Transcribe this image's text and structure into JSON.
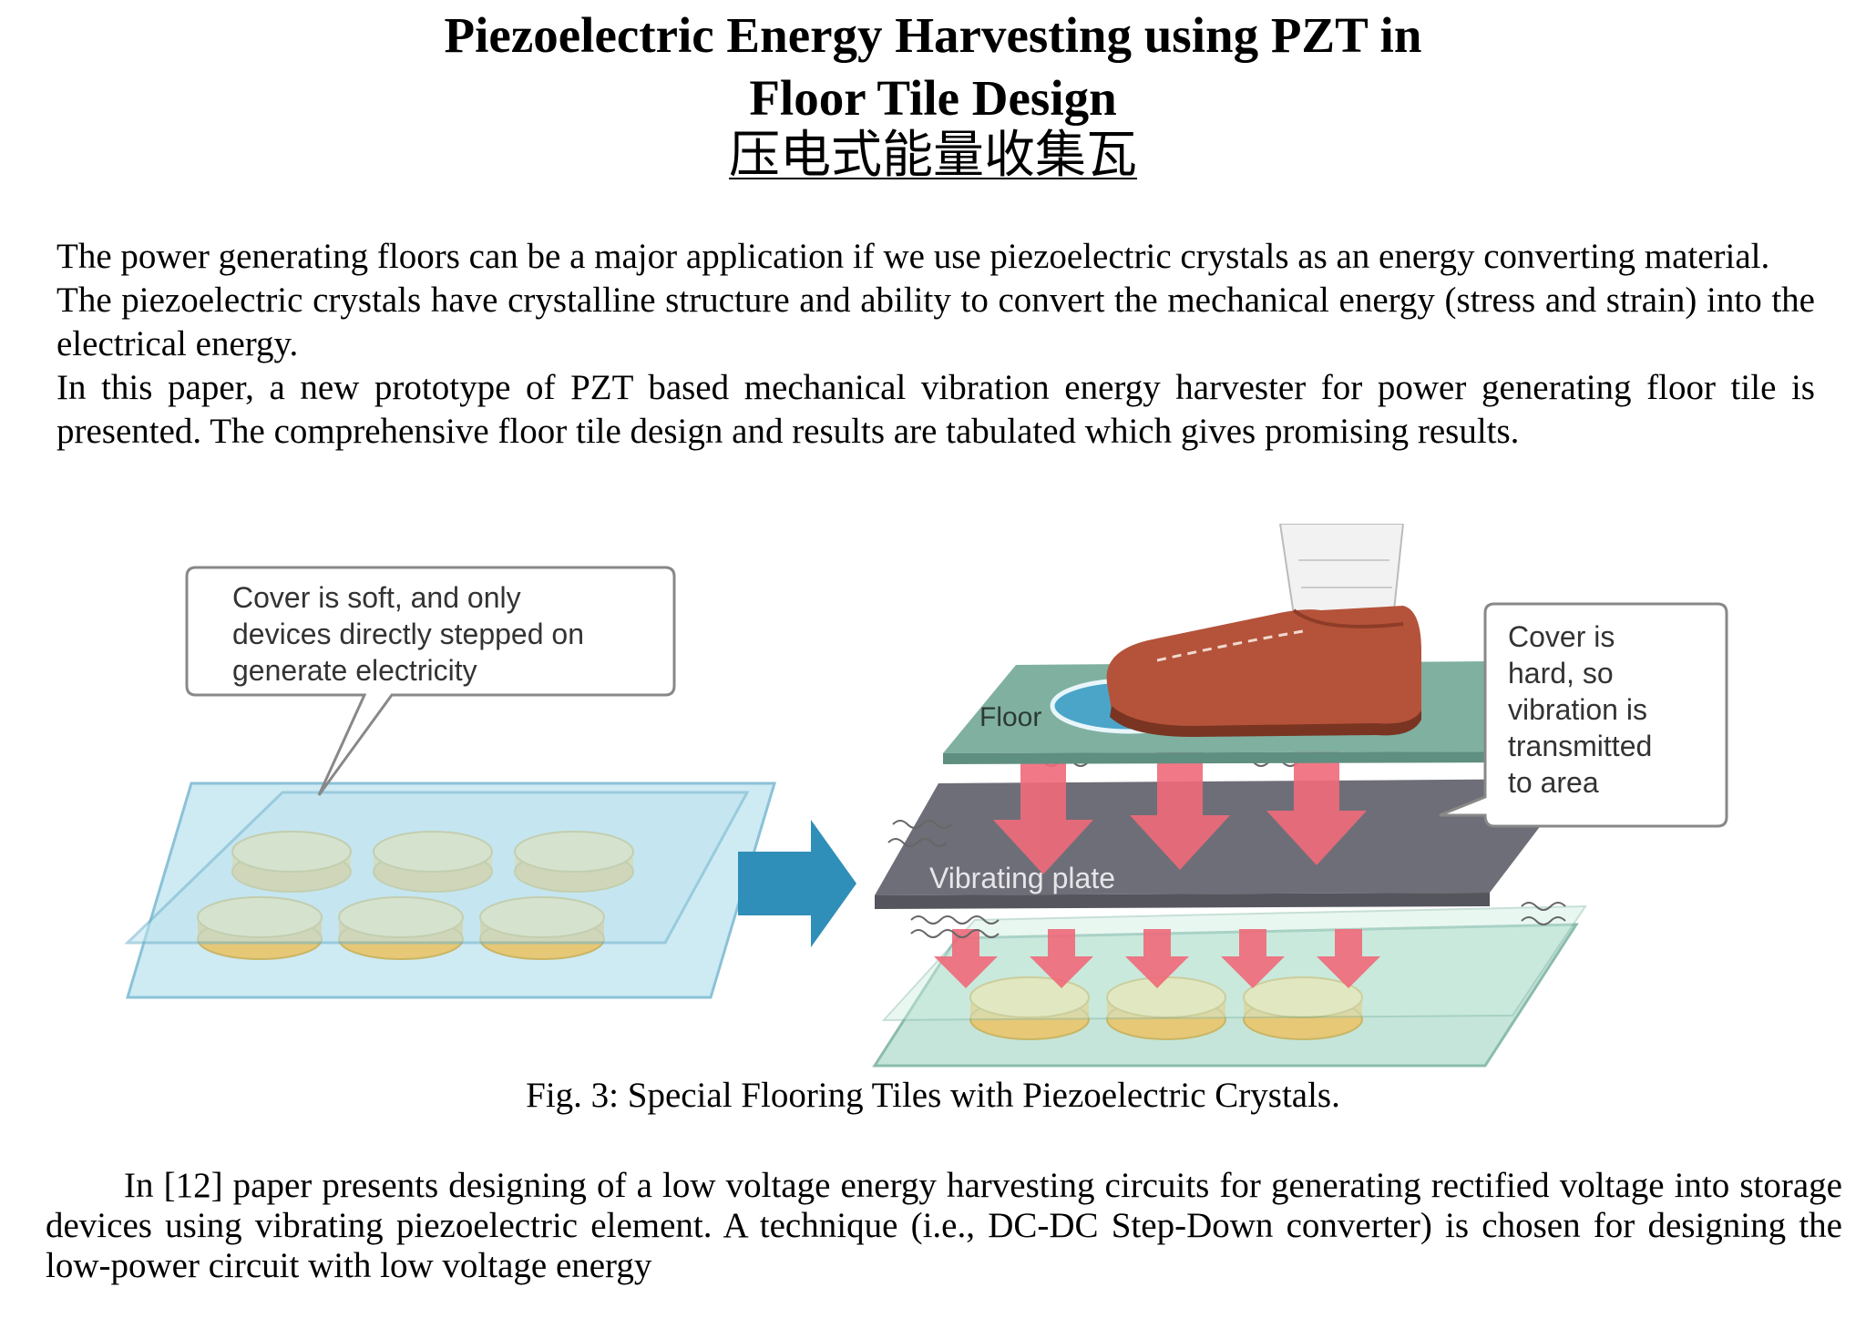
{
  "title": {
    "line1": "Piezoelectric Energy Harvesting using PZT in",
    "line2": "Floor Tile Design",
    "chinese": "压电式能量收集瓦"
  },
  "intro": [
    "The power  generating floors can be a major application if we use piezoelectric crystals as an energy converting material.",
    "The  piezoelectric crystals have crystalline structure and ability to convert the mechanical energy (stress and strain) into the  electrical energy.",
    "In this paper, a new prototype of PZT based mechanical vibration energy harvester for power  generating floor tile is presented. The comprehensive floor tile design and results are tabulated which gives promising  results."
  ],
  "figure": {
    "left_callout": [
      "Cover is soft, and only",
      "devices directly stepped on",
      "generate electricity"
    ],
    "right_callout": [
      "Cover is",
      "hard, so",
      "vibration is",
      "transmitted",
      "to area"
    ],
    "floor_label": "Floor",
    "plate_label": "Vibrating plate",
    "colors": {
      "glass": "#bfe3ef",
      "disc": "#f1dc8a",
      "floor": "#7fb0a0",
      "plate": "#6e6e78",
      "arrow": "#f06a7a",
      "blue_arrow": "#2f8fb8",
      "shoe": "#b4533a"
    }
  },
  "caption": "Fig. 3: Special Flooring Tiles with Piezoelectric Crystals.",
  "body": "In [12] paper presents designing of a low voltage energy harvesting circuits for generating rectified voltage into storage devices using vibrating piezoelectric element. A technique (i.e., DC-DC Step-Down converter) is chosen for designing the low-power circuit with low voltage energy"
}
